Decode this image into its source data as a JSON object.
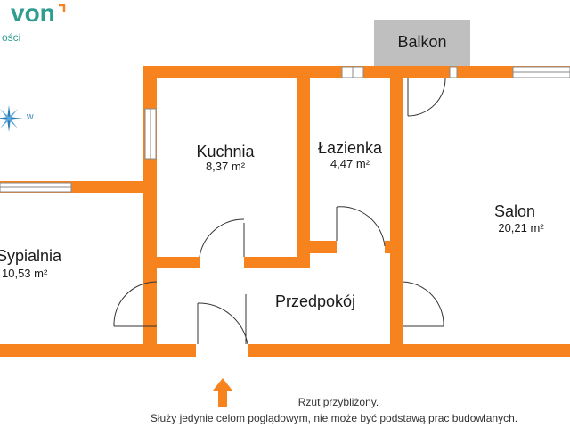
{
  "logo": {
    "text": "von",
    "subtitle": "ości",
    "text_color": "#2e9d8f",
    "accent_color": "#f7831e"
  },
  "compass": {
    "label": "W",
    "icon": "compass-rose-icon",
    "color": "#2e7fb8"
  },
  "balcony": {
    "label": "Balkon",
    "color": "#bfbfbf"
  },
  "rooms": {
    "kitchen": {
      "name": "Kuchnia",
      "area": "8,37 m²"
    },
    "bathroom": {
      "name": "Łazienka",
      "area": "4,47 m²"
    },
    "living_room": {
      "name": "Salon",
      "area": "20,21 m²"
    },
    "bedroom": {
      "name": "Sypialnia",
      "area": "10,53 m²"
    },
    "hallway": {
      "name": "Przedpokój"
    }
  },
  "entrance": {
    "icon": "arrow-up-icon",
    "color": "#f7831e"
  },
  "footer": {
    "line1": "Rzut przybliżony.",
    "line2": "Służy jedynie celom poglądowym, nie może być podstawą prac budowlanych."
  },
  "wall_color": "#f7831e"
}
